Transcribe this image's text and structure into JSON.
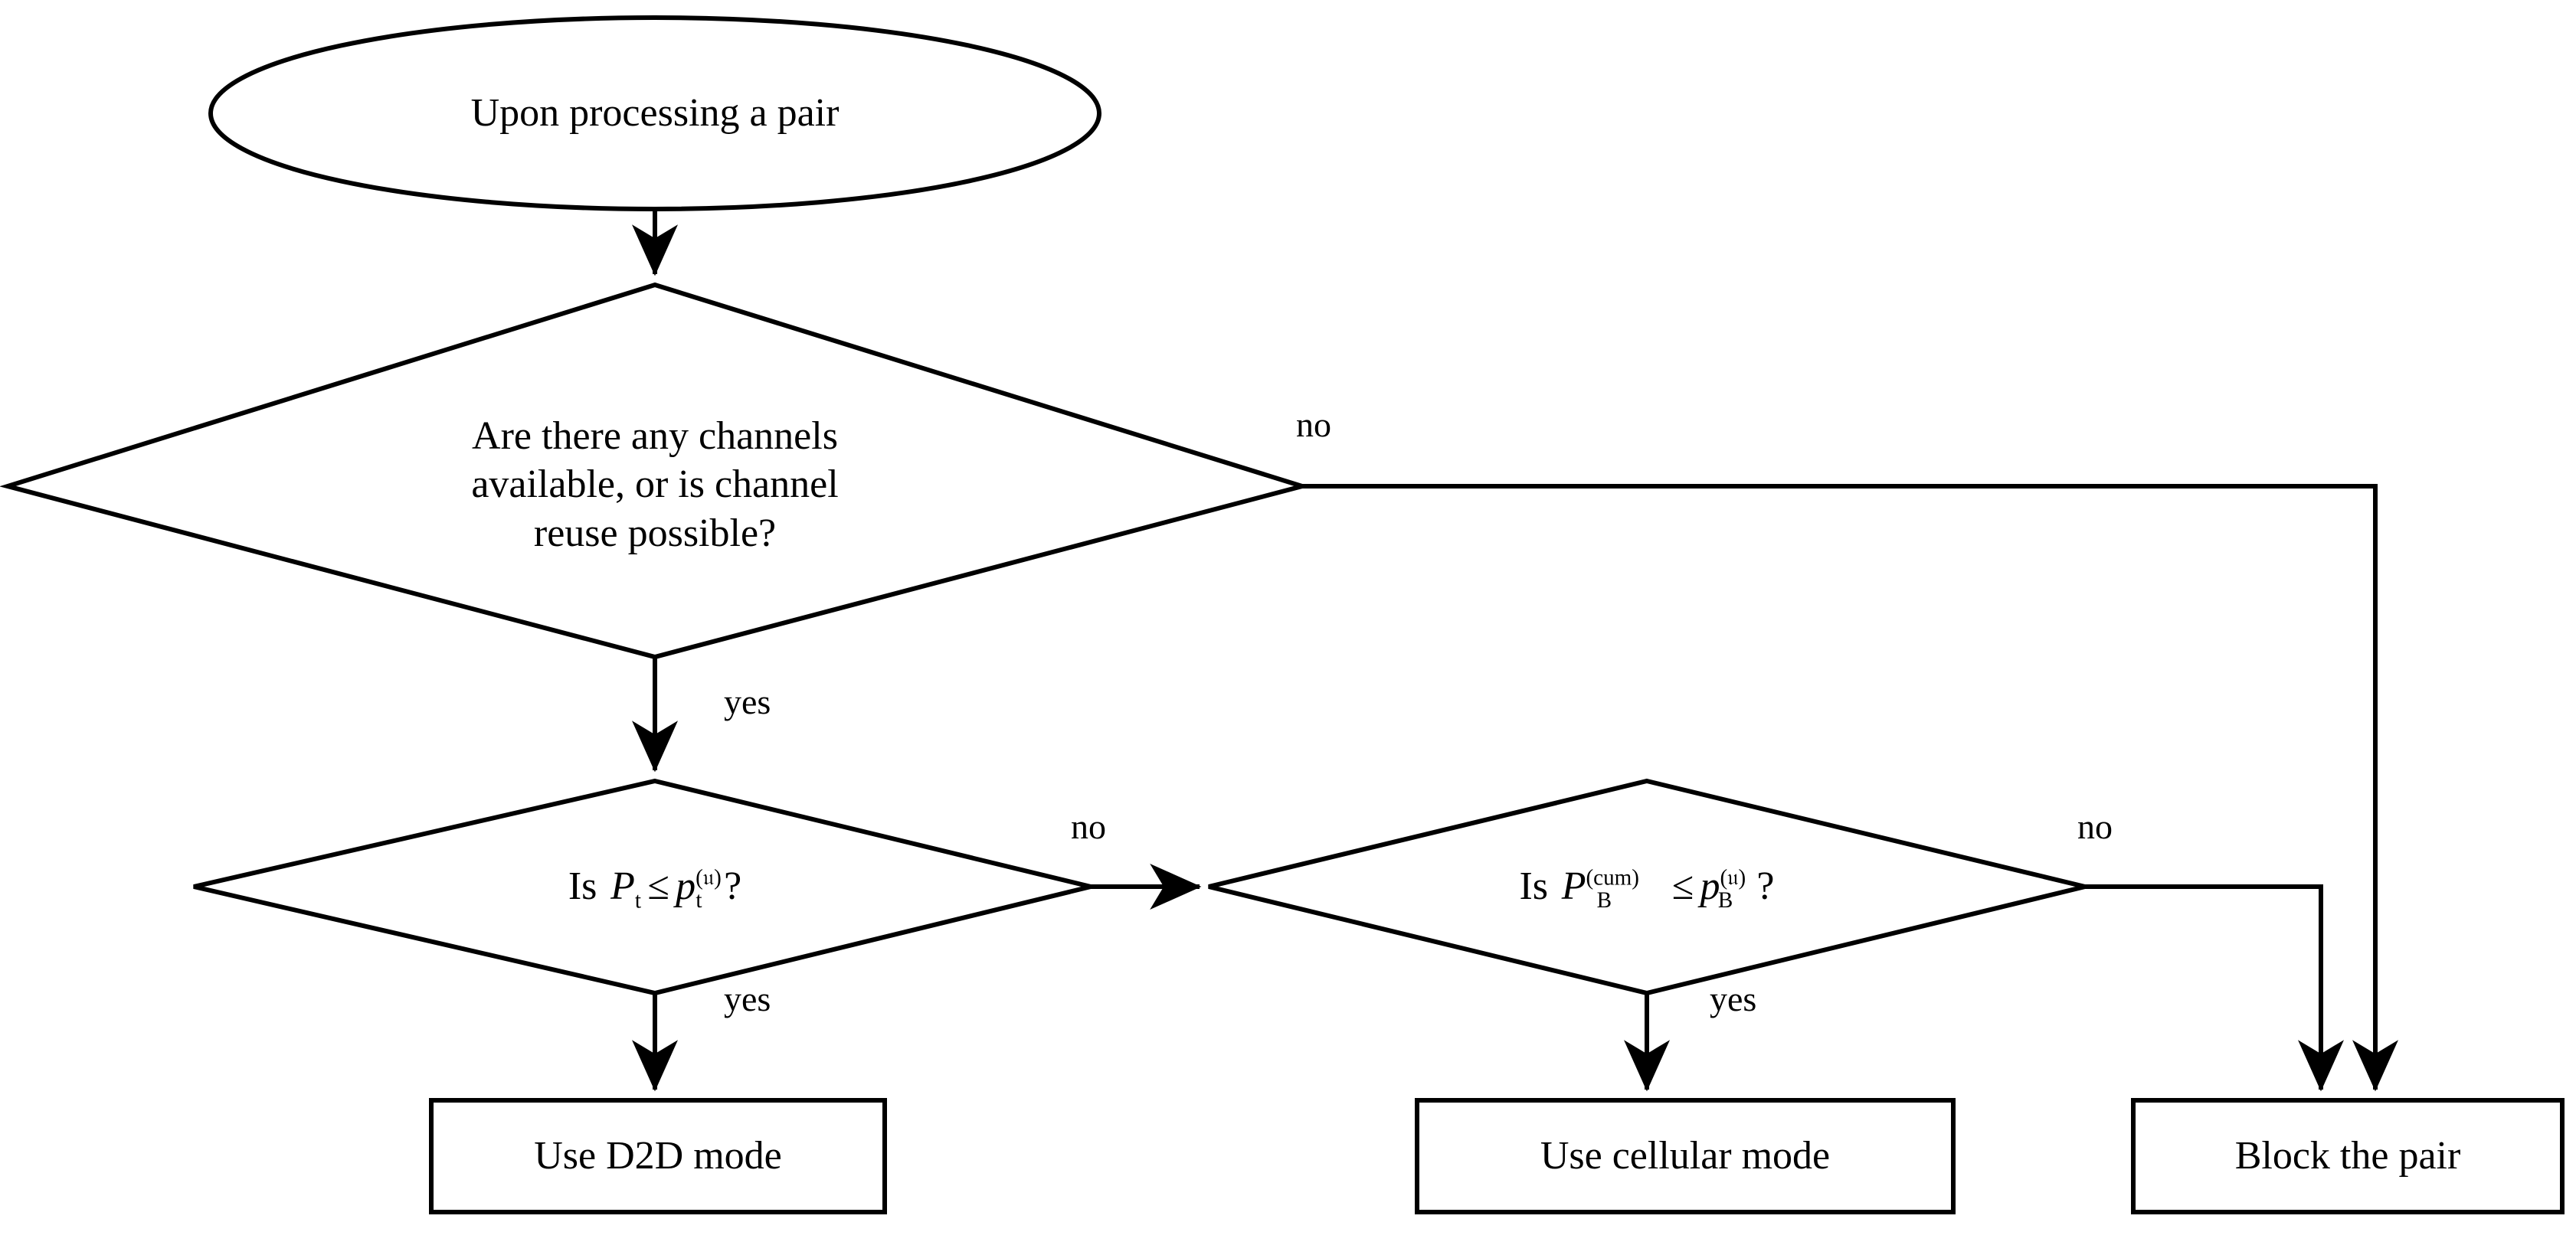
{
  "diagram": {
    "title": "D2D / cellular mode selection flowchart",
    "stroke_color": "#000000",
    "fill_color": "#ffffff",
    "nodes": {
      "start": {
        "shape": "ellipse",
        "label": "Upon processing a pair"
      },
      "decision_channels": {
        "shape": "diamond",
        "line1": "Are there any channels",
        "line2": "available, or is channel",
        "line3": "reuse possible?"
      },
      "decision_power": {
        "shape": "diamond",
        "is_word": "Is",
        "lhs_var": "P",
        "lhs_sub": "t",
        "operator": "≤",
        "rhs_var": "p",
        "rhs_sup": "(𝔲)",
        "rhs_sub": "t",
        "question_mark": "?",
        "plain": "Is  P_t ≤ p_t^(u) ?"
      },
      "decision_blocking": {
        "shape": "diamond",
        "is_word": "Is",
        "lhs_var": "P",
        "lhs_sup": "(cum)",
        "lhs_sub": "B",
        "operator": "≤",
        "rhs_var": "p",
        "rhs_sup": "(𝔲)",
        "rhs_sub": "B",
        "question_mark": "?",
        "plain": "Is  P_B^(cum) ≤ p_B^(u) ?"
      },
      "process_d2d": {
        "shape": "rectangle",
        "label": "Use D2D mode"
      },
      "process_cellular": {
        "shape": "rectangle",
        "label": "Use cellular mode"
      },
      "process_block": {
        "shape": "rectangle",
        "label": "Block the pair"
      }
    },
    "edges": [
      {
        "id": "start-to-channels",
        "label": "",
        "from": "start",
        "to": "decision_channels"
      },
      {
        "id": "channels-no",
        "label": "no",
        "from": "decision_channels",
        "to": "process_block"
      },
      {
        "id": "channels-yes",
        "label": "yes",
        "from": "decision_channels",
        "to": "decision_power"
      },
      {
        "id": "power-no",
        "label": "no",
        "from": "decision_power",
        "to": "decision_blocking"
      },
      {
        "id": "power-yes",
        "label": "yes",
        "from": "decision_power",
        "to": "process_d2d"
      },
      {
        "id": "blocking-no",
        "label": "no",
        "from": "decision_blocking",
        "to": "process_block"
      },
      {
        "id": "blocking-yes",
        "label": "yes",
        "from": "decision_blocking",
        "to": "process_cellular"
      }
    ]
  }
}
